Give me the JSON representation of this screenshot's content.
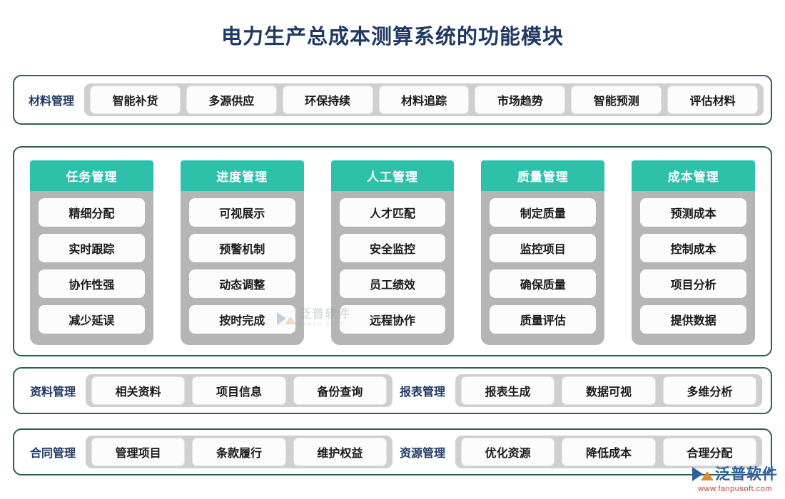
{
  "title": "电力生产总成本测算系统的功能模块",
  "colors": {
    "title": "#203864",
    "panel_border": "#2a6157",
    "header_teal": "#2dc0ab",
    "track_gray": "#cfcfcf",
    "column_gray": "#b5b5b5",
    "chip_white": "#fcfcfc",
    "label_navy": "#203864",
    "logo_blue": "#2e5f9e",
    "logo_orange": "#e08a2e",
    "logo_url_red": "#c0392b"
  },
  "material_row": {
    "label": "材料管理",
    "items": [
      "智能补货",
      "多源供应",
      "环保持续",
      "材料追踪",
      "市场趋势",
      "智能预测",
      "评估材料"
    ]
  },
  "grid": {
    "columns": [
      {
        "head": "任务管理",
        "items": [
          "精细分配",
          "实时跟踪",
          "协作性强",
          "减少延误"
        ]
      },
      {
        "head": "进度管理",
        "items": [
          "可视展示",
          "预警机制",
          "动态调整",
          "按时完成"
        ]
      },
      {
        "head": "人工管理",
        "items": [
          "人才匹配",
          "安全监控",
          "员工绩效",
          "远程协作"
        ]
      },
      {
        "head": "质量管理",
        "items": [
          "制定质量",
          "监控项目",
          "确保质量",
          "质量评估"
        ]
      },
      {
        "head": "成本管理",
        "items": [
          "预测成本",
          "控制成本",
          "项目分析",
          "提供数据"
        ]
      }
    ]
  },
  "docs_row": {
    "groups": [
      {
        "label": "资料管理",
        "items": [
          "相关资料",
          "项目信息",
          "备份查询"
        ]
      },
      {
        "label": "报表管理",
        "items": [
          "报表生成",
          "数据可视",
          "多维分析"
        ]
      }
    ]
  },
  "contract_row": {
    "groups": [
      {
        "label": "合同管理",
        "items": [
          "管理项目",
          "条款履行",
          "维护权益"
        ]
      },
      {
        "label": "资源管理",
        "items": [
          "优化资源",
          "降低成本",
          "合理分配"
        ]
      }
    ]
  },
  "watermark_center": {
    "cn": "泛普软件",
    "en": "FANPU SOFT"
  },
  "watermark_logo": {
    "cn": "泛普软件",
    "url": "www.fanpusoft.com"
  }
}
